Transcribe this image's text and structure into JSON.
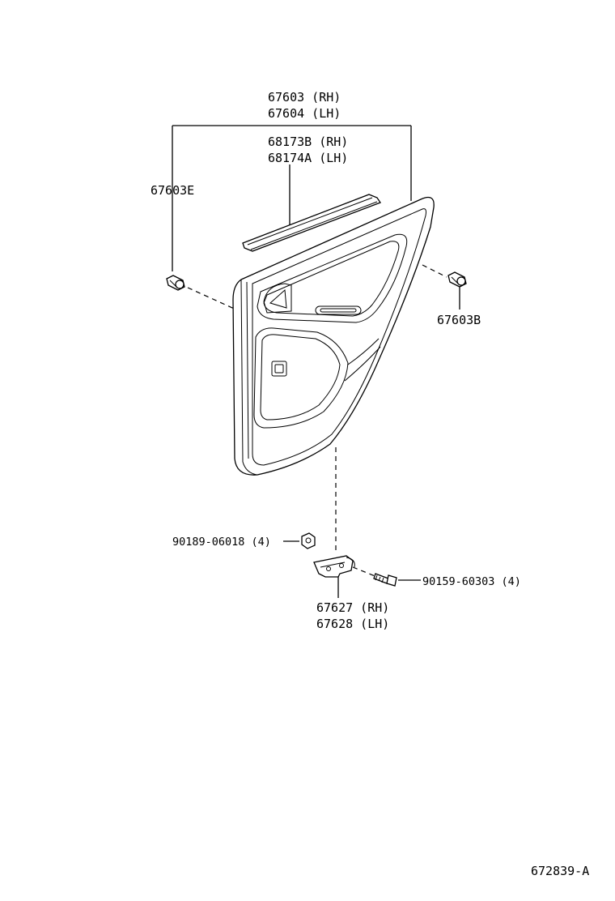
{
  "diagram": {
    "callouts": {
      "panel_rh": "67603 (RH)",
      "panel_lh": "67604 (LH)",
      "weatherstrip_rh": "68173B (RH)",
      "weatherstrip_lh": "68174A (LH)",
      "clip_left": "67603E",
      "clip_right": "67603B",
      "nut": "90189-06018 (4)",
      "screw": "90159-60303 (4)",
      "bracket_rh": "67627 (RH)",
      "bracket_lh": "67628 (LH)"
    },
    "figure_id": "672839-A"
  }
}
